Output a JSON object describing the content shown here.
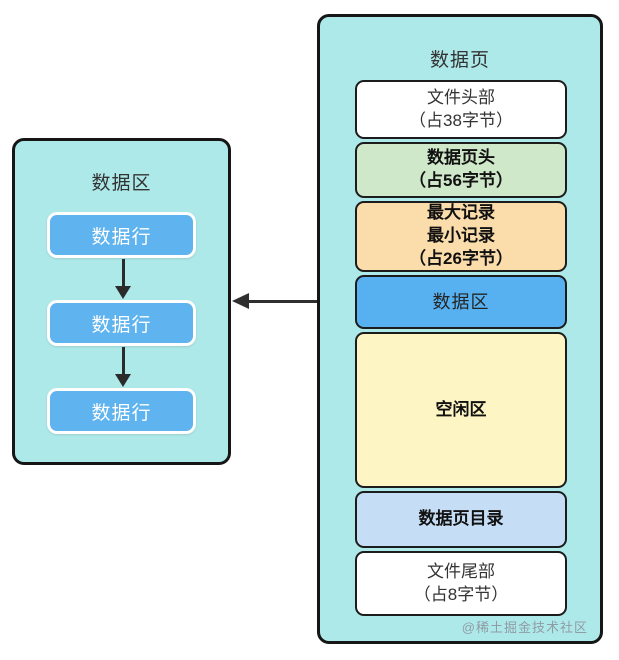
{
  "left_panel": {
    "title": "数据区",
    "rows": [
      {
        "label": "数据行"
      },
      {
        "label": "数据行"
      },
      {
        "label": "数据行"
      }
    ]
  },
  "right_panel": {
    "title": "数据页",
    "sections": [
      {
        "name": "file-header",
        "label": "文件头部\n（占38字节）",
        "bg": "#ffffff"
      },
      {
        "name": "page-header",
        "label": "数据页头\n（占56字节）",
        "bg": "#cfe8ca"
      },
      {
        "name": "max-min-record",
        "label": "最大记录\n最小记录\n（占26字节）",
        "bg": "#fbdcab"
      },
      {
        "name": "data-area",
        "label": "数据区",
        "bg": "#57b1f1"
      },
      {
        "name": "free-area",
        "label": "空闲区",
        "bg": "#fdf6c4"
      },
      {
        "name": "page-directory",
        "label": "数据页目录",
        "bg": "#c6def5"
      },
      {
        "name": "file-trailer",
        "label": "文件尾部\n（占8字节）",
        "bg": "#ffffff"
      }
    ]
  },
  "watermark": "@稀土掘金技术社区",
  "colors": {
    "panel_background": "#aee9e9",
    "panel_border": "#161616",
    "row_blue": "#5fb3ef",
    "arrow": "#2f2f2f"
  }
}
